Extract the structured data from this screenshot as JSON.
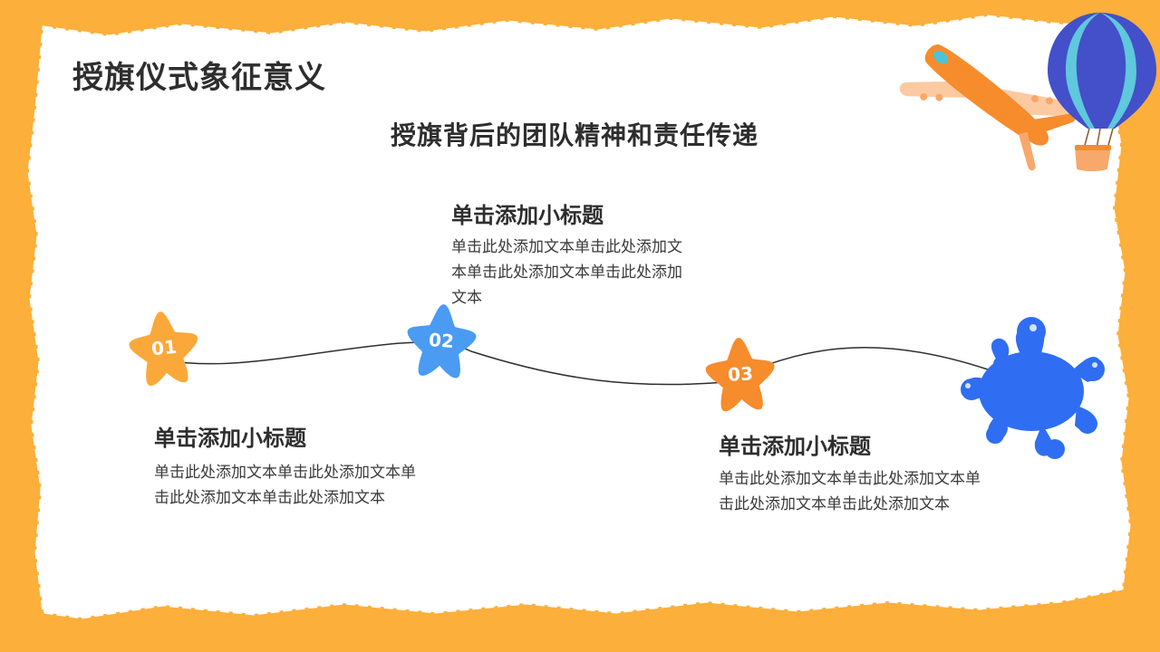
{
  "slide": {
    "title": "授旗仪式象征意义",
    "subtitle": "授旗背后的团队精神和责任传递"
  },
  "steps": [
    {
      "number": "01",
      "heading": "单击添加小标题",
      "body": "单击此处添加文本单击此处添加文本单击此处添加文本单击此处添加文本",
      "star_color": "#FBA83A"
    },
    {
      "number": "02",
      "heading": "单击添加小标题",
      "body": "单击此处添加文本单击此处添加文本单击此处添加文本单击此处添加文本",
      "star_color": "#4A9BF2"
    },
    {
      "number": "03",
      "heading": "单击添加小标题",
      "body": "单击此处添加文本单击此处添加文本单击此处添加文本单击此处添加文本",
      "star_color": "#F68C2C"
    }
  ],
  "decorations": [
    "airplane-icon",
    "hot-air-balloon-icon",
    "paint-splash-icon"
  ],
  "colors": {
    "frame": "#FCAF3A",
    "paper": "#FFFFFF",
    "splash": "#2F6EF2",
    "text": "#2E2E2E"
  }
}
